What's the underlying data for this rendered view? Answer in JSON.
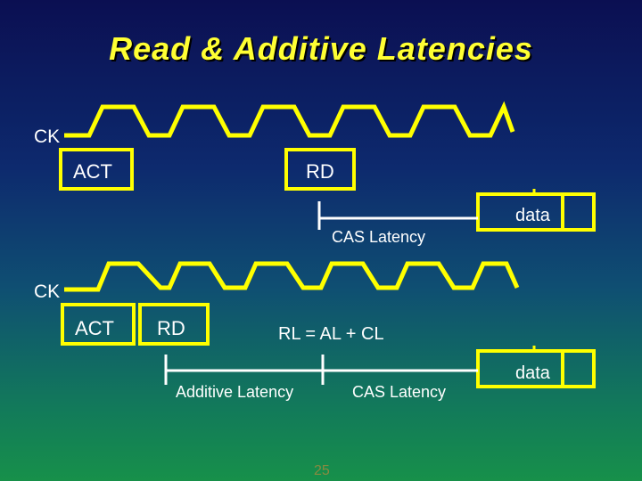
{
  "title": "Read & Additive Latencies",
  "top": {
    "ck_label": "CK",
    "act_label": "ACT",
    "rd_label": "RD",
    "data_label": "data",
    "cas_latency_label": "CAS Latency"
  },
  "bottom": {
    "ck_label": "CK",
    "act_label": "ACT",
    "rd_label": "RD",
    "rl_formula": "RL = AL + CL",
    "data_label": "data",
    "additive_latency_label": "Additive Latency",
    "cas_latency_label": "CAS Latency"
  },
  "page_number": "25",
  "colors": {
    "accent": "#ffff00",
    "title": "#ffff33",
    "text": "#ffffff",
    "line": "#ffffff"
  }
}
